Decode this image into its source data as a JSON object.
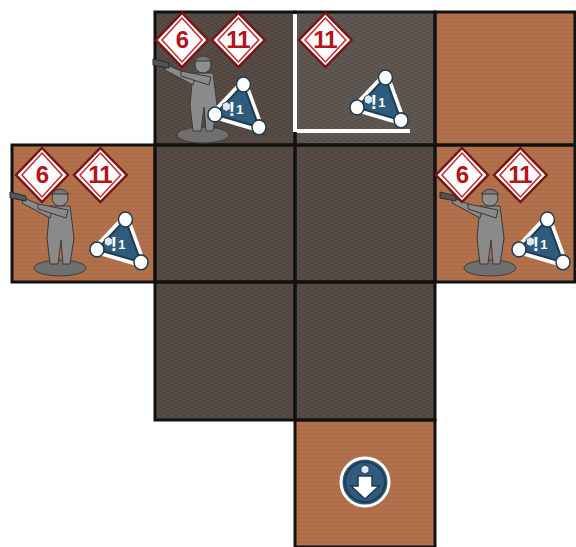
{
  "diagram": {
    "nodes": [
      {
        "text": [
          "6"
        ]
      },
      {
        "text": [
          "11"
        ]
      },
      {
        "text": [
          "!",
          "1"
        ]
      },
      {
        "text": [
          "11"
        ]
      },
      {
        "text": [
          "!",
          "1"
        ]
      },
      {
        "text": [
          "6"
        ]
      },
      {
        "text": [
          "11"
        ]
      },
      {
        "text": [
          "!",
          "1"
        ]
      },
      {
        "text": [
          "6"
        ]
      },
      {
        "text": [
          "11"
        ]
      },
      {
        "text": [
          "!",
          "1"
        ]
      }
    ]
  }
}
